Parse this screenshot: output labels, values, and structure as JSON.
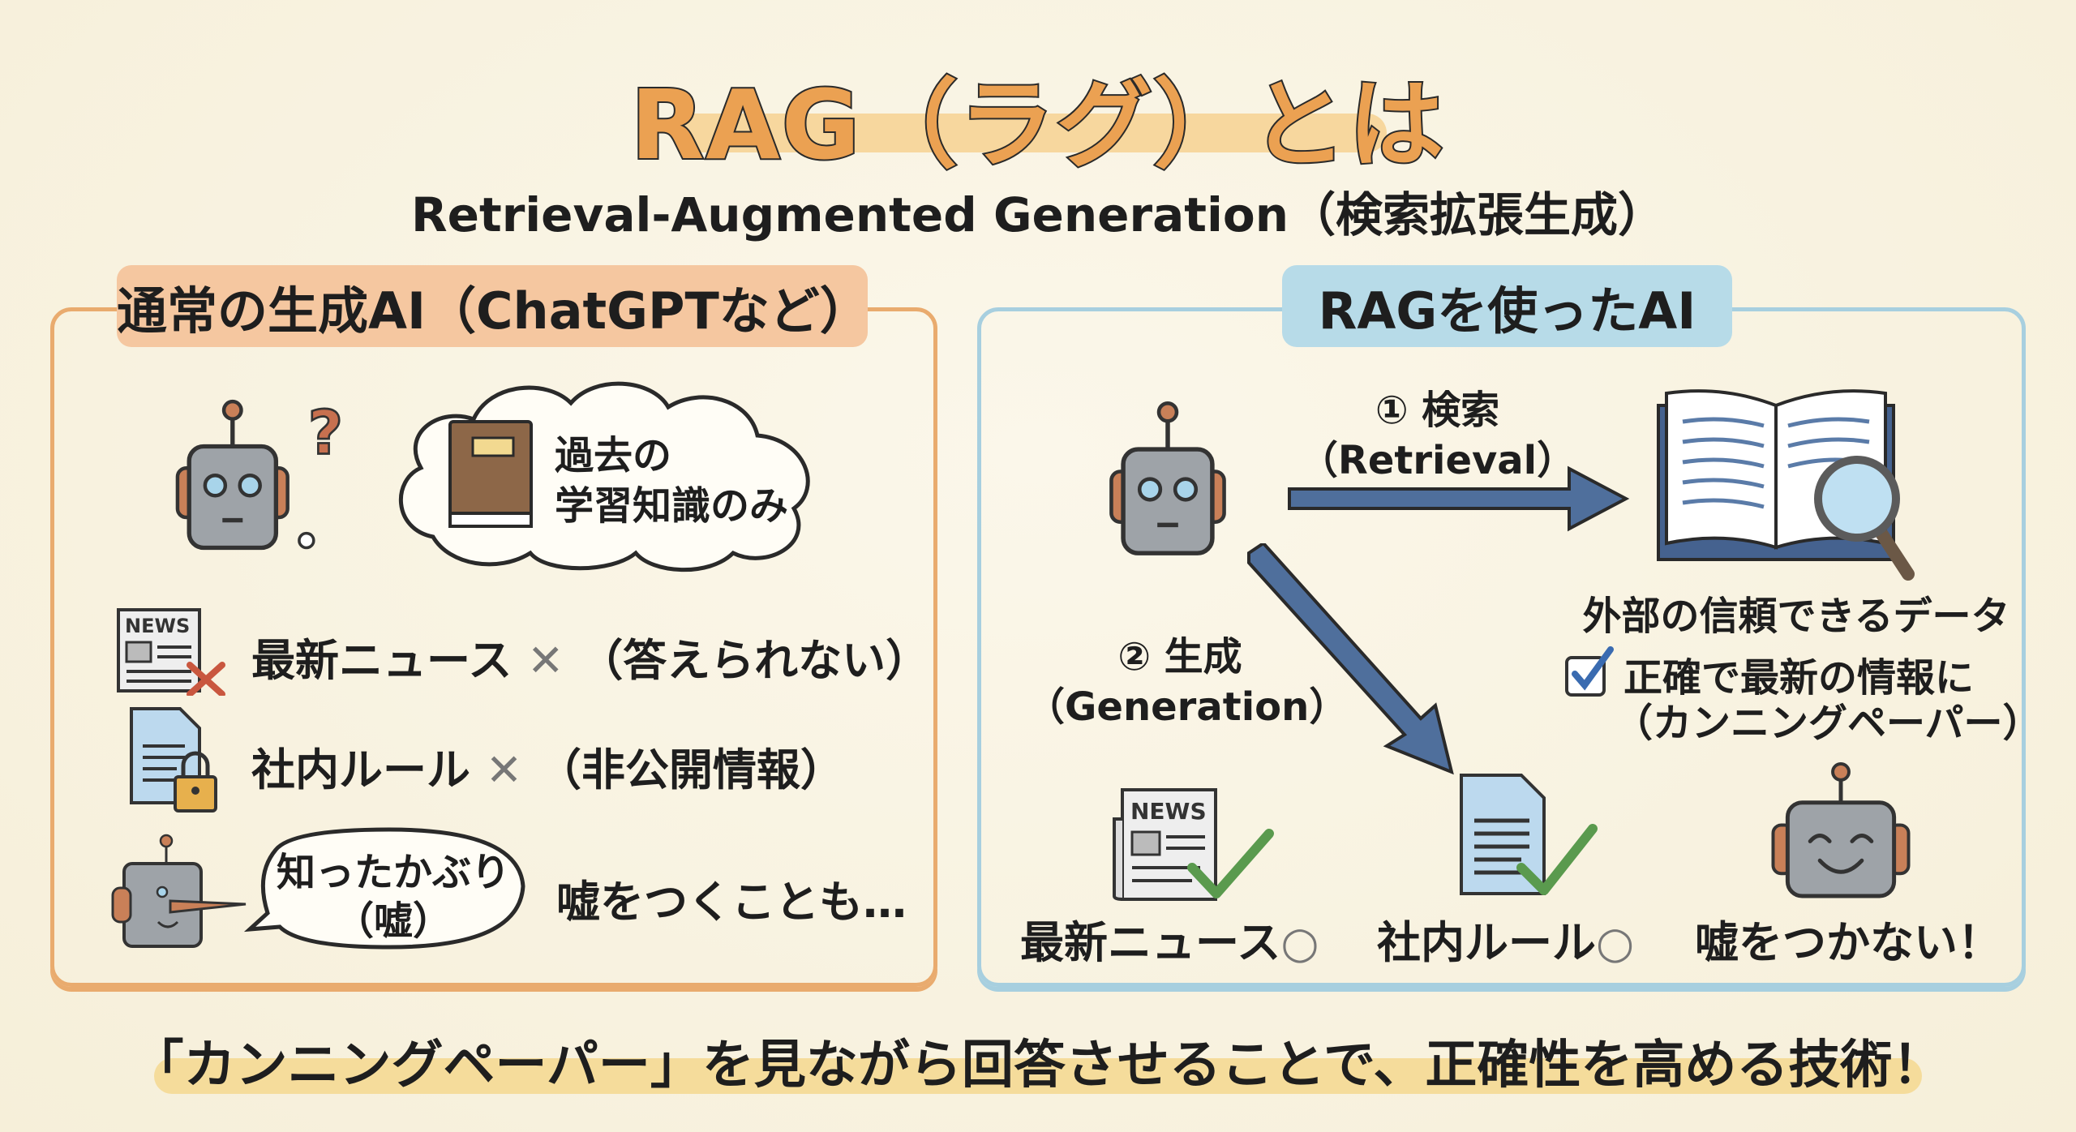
{
  "title": "RAG（ラグ）とは",
  "subtitle": "Retrieval-Augmented Generation（検索拡張生成）",
  "left_panel": {
    "header": "通常の生成AI（ChatGPTなど）",
    "thought": {
      "line1": "過去の",
      "line2": "学習知識のみ"
    },
    "news_icon_text": "NEWS",
    "rows": [
      {
        "label": "最新ニュース",
        "mark": "✕",
        "note": "（答えられない）"
      },
      {
        "label": "社内ルール",
        "mark": "✕",
        "note": "（非公開情報）"
      }
    ],
    "speech": {
      "line1": "知ったかぶり",
      "line2": "（嘘）"
    },
    "lie_text": "嘘をつくことも…"
  },
  "right_panel": {
    "header": "RAGを使ったAI",
    "step1": {
      "label": "① 検索",
      "sub": "（Retrieval）"
    },
    "step2": {
      "label": "② 生成",
      "sub": "（Generation）"
    },
    "source_label": "外部の信頼できるデータ",
    "check_line1": "正確で最新の情報に",
    "check_line2": "（カンニングペーパー）",
    "news_icon_text": "NEWS",
    "results": [
      {
        "label": "最新ニュース",
        "mark": "○"
      },
      {
        "label": "社内ルール",
        "mark": "○"
      },
      {
        "label": "嘘をつかない！",
        "mark": ""
      }
    ]
  },
  "footer": "「カンニングペーパー」を見ながら回答させることで、正確性を高める技術！",
  "colors": {
    "orange": "#eba152",
    "blue_arrow": "#4f6f9c",
    "left_border": "#e9ab6e",
    "right_border": "#a7cfdf",
    "check_green": "#5a9a4e",
    "cross_red": "#c9573f"
  }
}
